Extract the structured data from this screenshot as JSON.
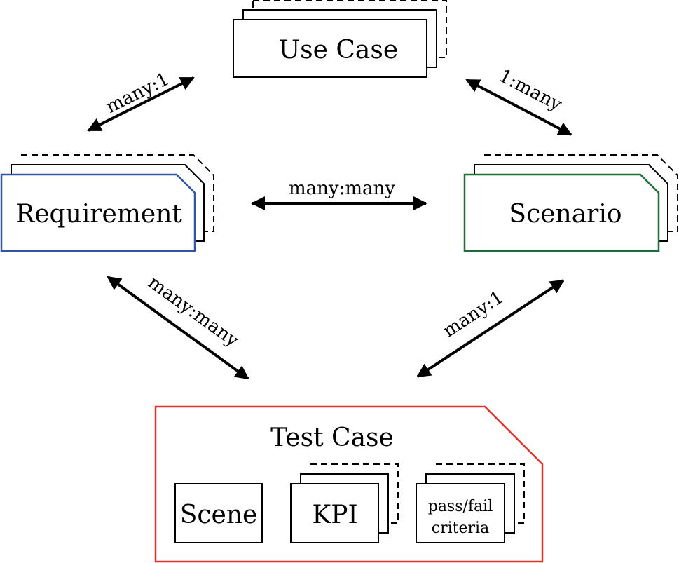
{
  "nodes": {
    "use_case": {
      "label": "Use Case",
      "color": "#000000"
    },
    "requirement": {
      "label": "Requirement",
      "color": "#3355a0"
    },
    "scenario": {
      "label": "Scenario",
      "color": "#1f6e37"
    },
    "test_case": {
      "label": "Test Case",
      "color": "#e0312b",
      "children": {
        "scene": {
          "label": "Scene"
        },
        "kpi": {
          "label": "KPI"
        },
        "criteria": {
          "line1": "pass/fail",
          "line2": "criteria"
        }
      }
    }
  },
  "edges": {
    "requirement_use_case": {
      "label": "many:1"
    },
    "use_case_scenario": {
      "label": "1:many"
    },
    "requirement_scenario": {
      "label": "many:many"
    },
    "requirement_test_case": {
      "label": "many:many"
    },
    "scenario_test_case": {
      "label": "many:1"
    }
  }
}
